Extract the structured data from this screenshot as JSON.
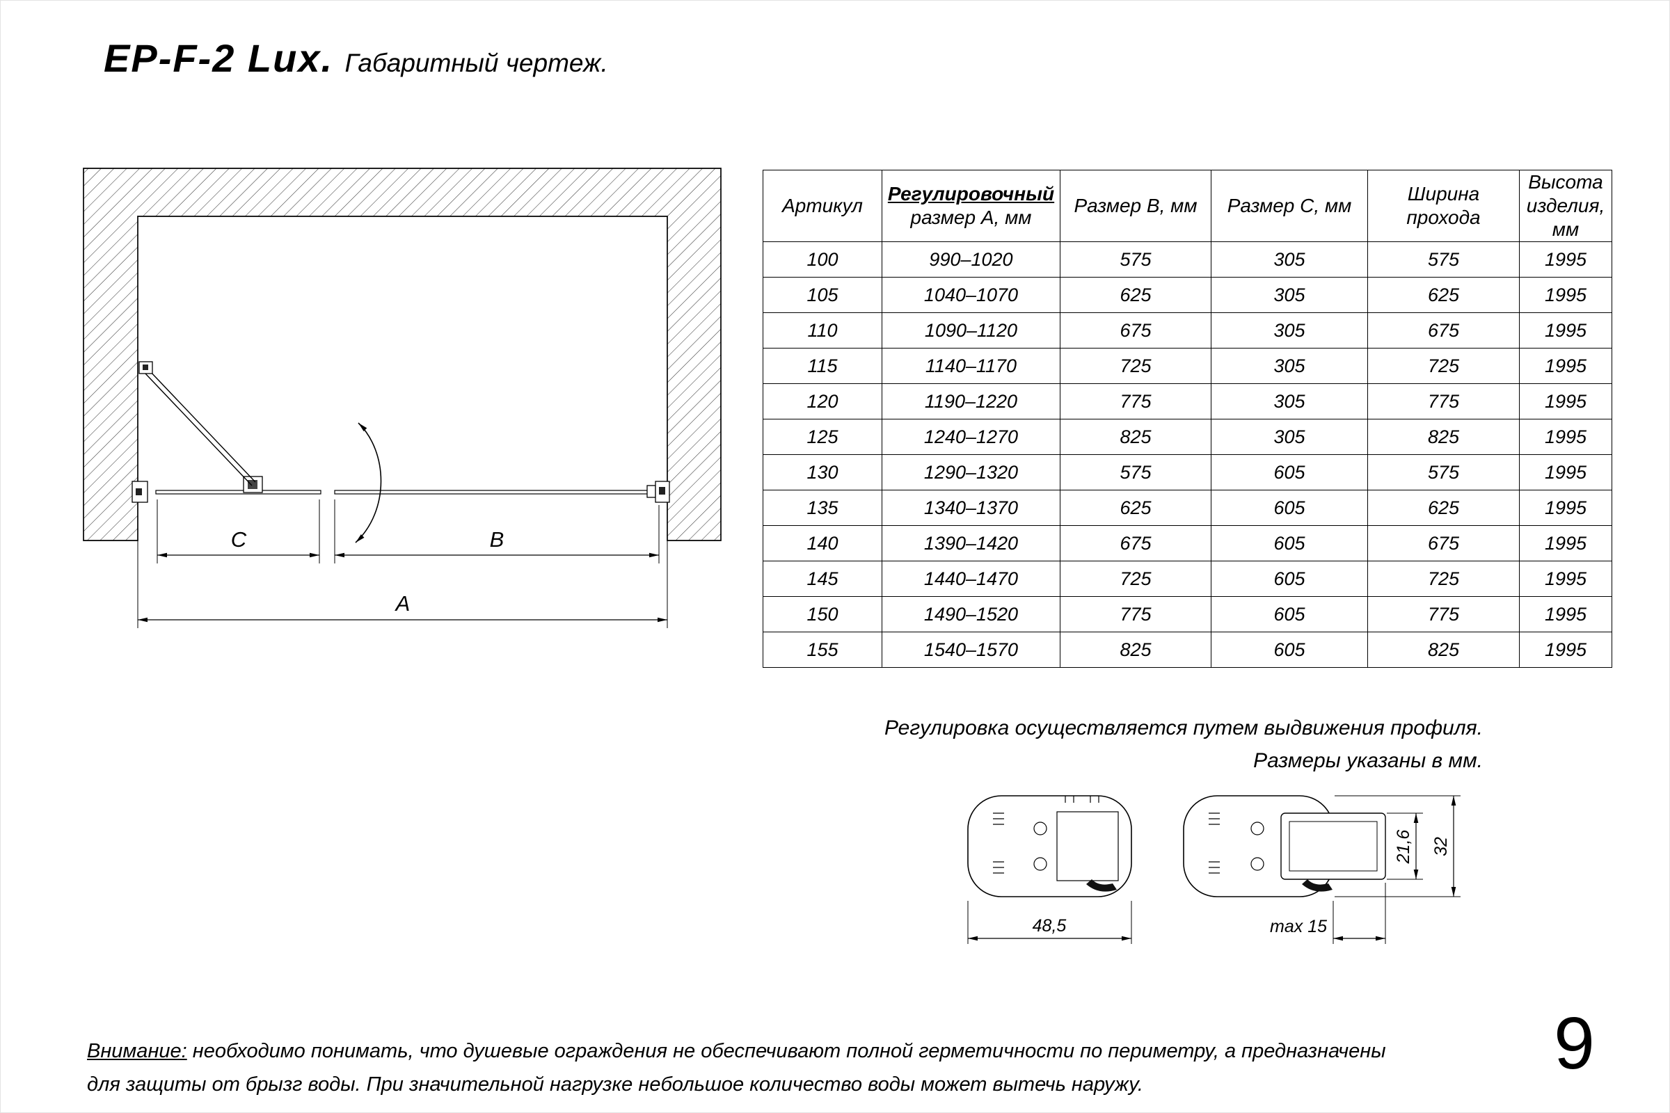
{
  "header": {
    "product": "EP-F-2 Lux.",
    "subtitle": "Габаритный чертеж."
  },
  "drawing": {
    "dim_a": "A",
    "dim_b": "B",
    "dim_c": "C"
  },
  "table": {
    "col_articul": "Артикул",
    "col_adjust_line1": "Регулировочный",
    "col_adjust_line2": "размер A, мм",
    "col_size_b": "Размер B, мм",
    "col_size_c": "Размер C, мм",
    "col_pass_line1": "Ширина",
    "col_pass_line2": "прохода",
    "col_height_line1": "Высота",
    "col_height_line2": "изделия,",
    "col_height_line3": "мм",
    "rows": [
      [
        "100",
        "990–1020",
        "575",
        "305",
        "575",
        "1995"
      ],
      [
        "105",
        "1040–1070",
        "625",
        "305",
        "625",
        "1995"
      ],
      [
        "110",
        "1090–1120",
        "675",
        "305",
        "675",
        "1995"
      ],
      [
        "115",
        "1140–1170",
        "725",
        "305",
        "725",
        "1995"
      ],
      [
        "120",
        "1190–1220",
        "775",
        "305",
        "775",
        "1995"
      ],
      [
        "125",
        "1240–1270",
        "825",
        "305",
        "825",
        "1995"
      ],
      [
        "130",
        "1290–1320",
        "575",
        "605",
        "575",
        "1995"
      ],
      [
        "135",
        "1340–1370",
        "625",
        "605",
        "625",
        "1995"
      ],
      [
        "140",
        "1390–1420",
        "675",
        "605",
        "675",
        "1995"
      ],
      [
        "145",
        "1440–1470",
        "725",
        "605",
        "725",
        "1995"
      ],
      [
        "150",
        "1490–1520",
        "775",
        "605",
        "775",
        "1995"
      ],
      [
        "155",
        "1540–1570",
        "825",
        "605",
        "825",
        "1995"
      ]
    ]
  },
  "notes": {
    "line1": "Регулировка осуществляется путем выдвижения профиля.",
    "line2": "Размеры указаны в мм."
  },
  "profiles": {
    "width": "48,5",
    "max": "max 15",
    "inner_height": "21,6",
    "outer_height": "32"
  },
  "warning": {
    "label": "Внимание:",
    "line1_rest": " необходимо понимать, что душевые ограждения не обеспечивают полной герметичности по периметру, а предназначены",
    "line2": "для защиты от брызг воды. При значительной нагрузке небольшое количество воды может вытечь наружу."
  },
  "footer": {
    "page_number": "9"
  }
}
